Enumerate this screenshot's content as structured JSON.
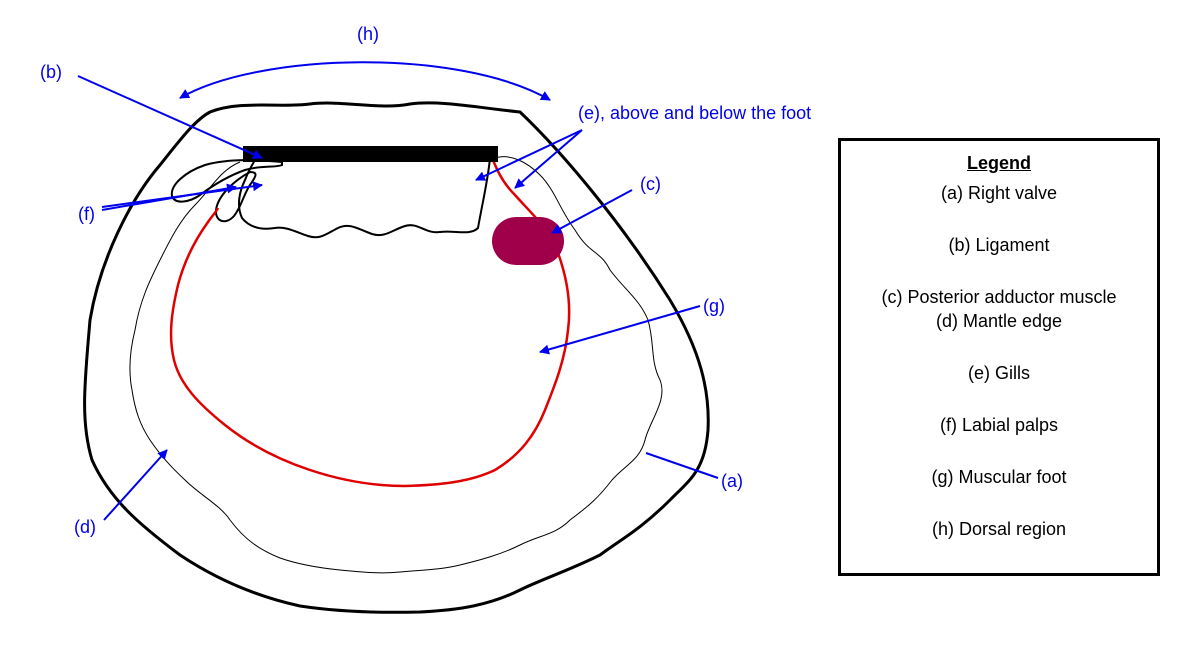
{
  "labels": {
    "a": "(a)",
    "b": "(b)",
    "c": "(c)",
    "d": "(d)",
    "e": "(e), above and below the foot",
    "f": "(f)",
    "g": "(g)",
    "h": "(h)"
  },
  "legend": {
    "title": "Legend",
    "items": [
      "(a) Right valve",
      "(b) Ligament",
      "(c) Posterior adductor muscle",
      "(d) Mantle edge",
      "(e) Gills",
      "(f) Labial palps",
      "(g) Muscular foot",
      "(h) Dorsal region"
    ]
  },
  "colors": {
    "label": "#0000ee",
    "arrow": "#0000ee",
    "shell": "#000000",
    "foot": "#e00000",
    "muscle": "#a0004a"
  }
}
